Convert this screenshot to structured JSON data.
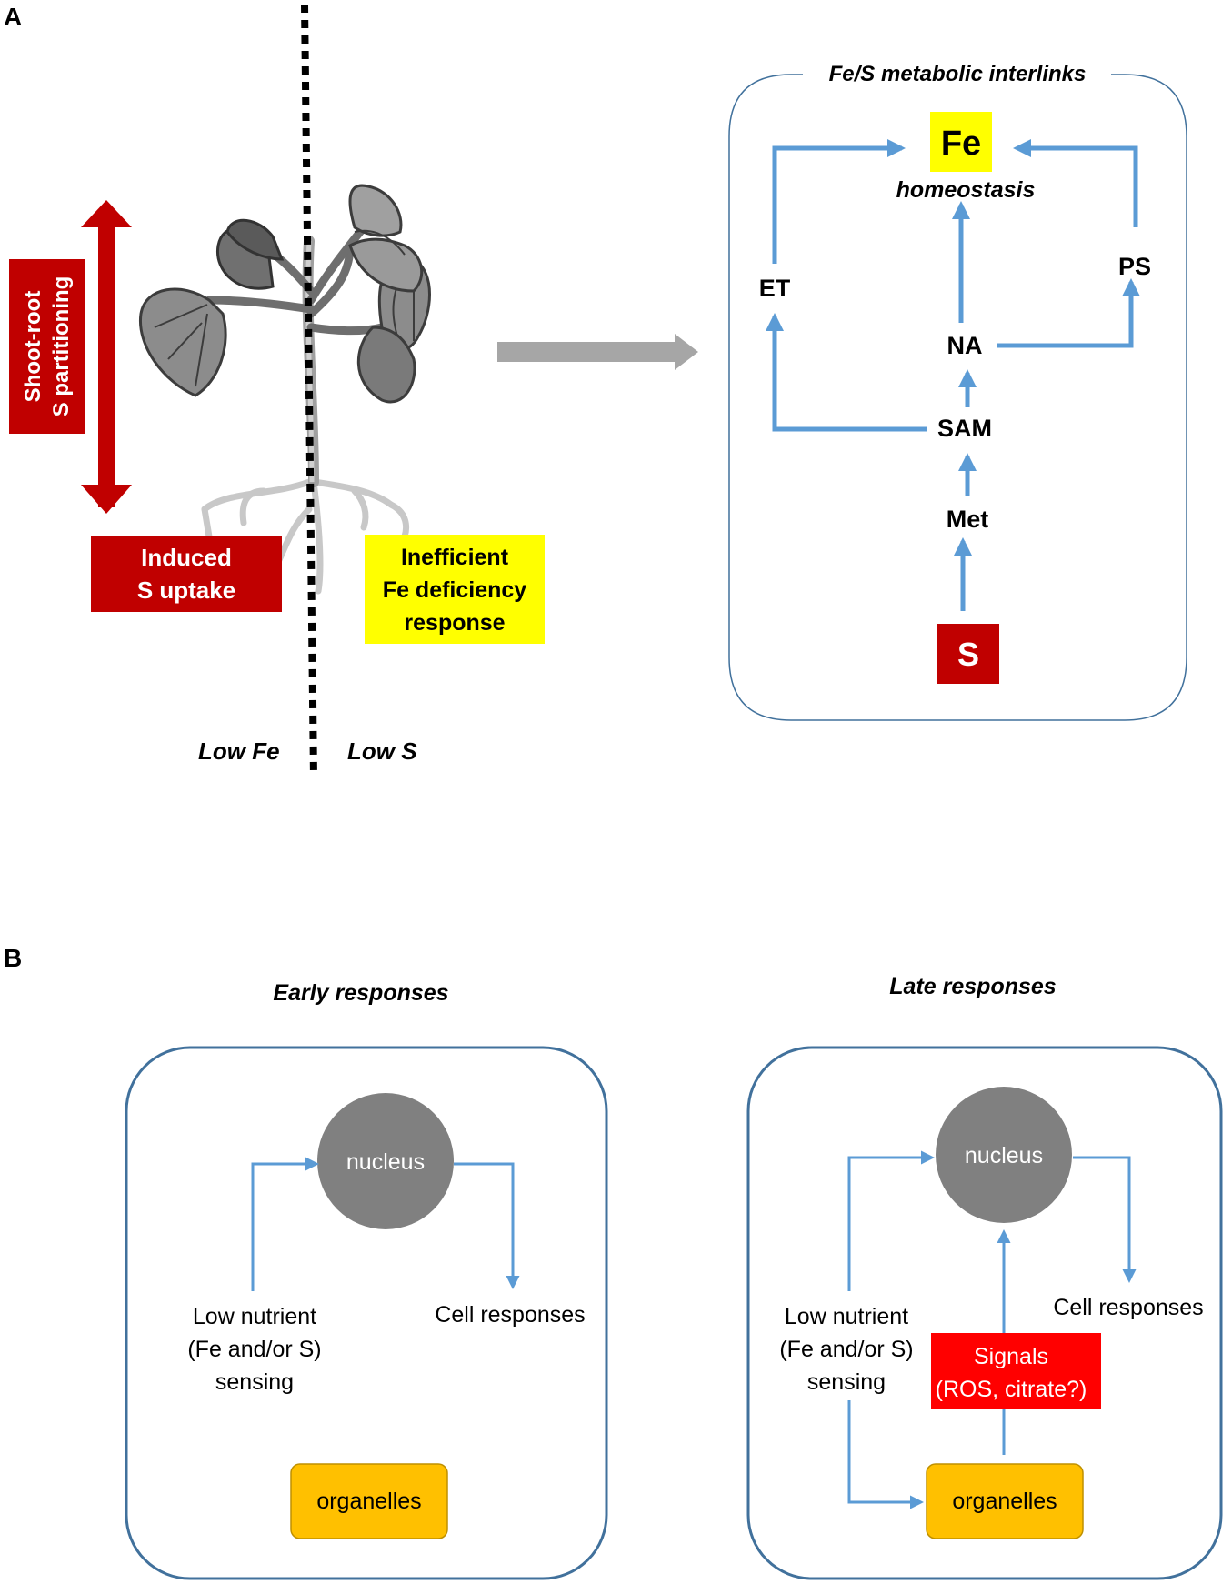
{
  "panel_a": {
    "letter": "A",
    "shoot_root": {
      "line1": "Shoot-root",
      "line2": "S partitioning"
    },
    "induced": {
      "line1": "Induced",
      "line2": "S uptake"
    },
    "inefficient": {
      "line1": "Inefficient",
      "line2": "Fe deficiency",
      "line3": "response"
    },
    "low_fe": "Low Fe",
    "low_s": "Low S",
    "interlinks": {
      "title": "Fe/S metabolic interlinks",
      "fe": "Fe",
      "homeostasis": "homeostasis",
      "et": "ET",
      "ps": "PS",
      "na": "NA",
      "sam": "SAM",
      "met": "Met",
      "s": "S"
    }
  },
  "panel_b": {
    "letter": "B",
    "early": {
      "title": "Early responses",
      "nucleus": "nucleus",
      "sensing": {
        "line1": "Low nutrient",
        "line2": "(Fe and/or S)",
        "line3": "sensing"
      },
      "cell_responses": "Cell responses",
      "organelles": "organelles"
    },
    "late": {
      "title": "Late responses",
      "nucleus": "nucleus",
      "sensing": {
        "line1": "Low nutrient",
        "line2": "(Fe and/or S)",
        "line3": "sensing"
      },
      "cell_responses": "Cell responses",
      "signals": {
        "line1": "Signals",
        "line2": "(ROS, citrate?)"
      },
      "organelles": "organelles"
    }
  },
  "colors": {
    "dark_red": "#c00000",
    "yellow": "#ffff00",
    "arrow_blue": "#5b9bd5",
    "frame_blue": "#41719c",
    "nucleus_gray": "#808080",
    "organelle_orange": "#ffc000",
    "signal_red": "#ff0000",
    "grey_arrow": "#a6a6a6"
  }
}
